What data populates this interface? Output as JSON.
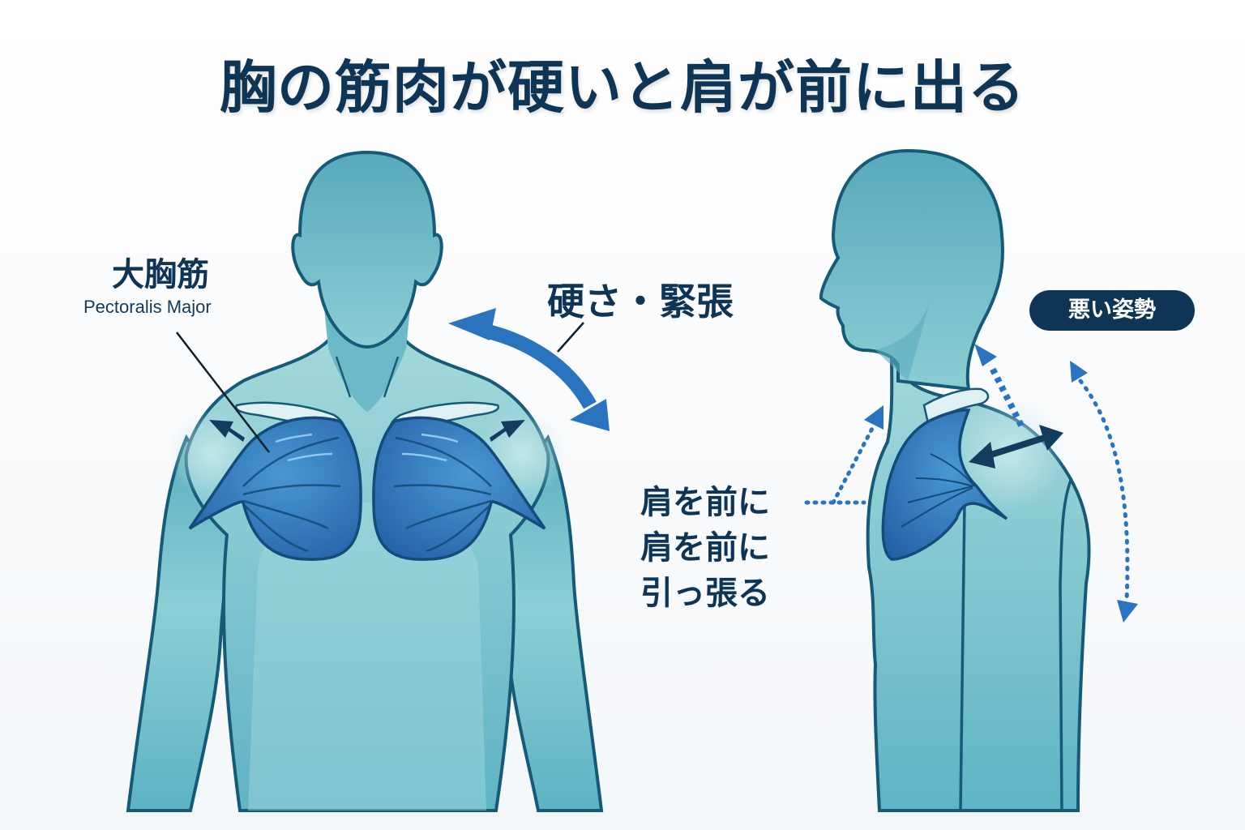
{
  "title": "胸の筋肉が硬いと肩が前に出る",
  "front_view": {
    "muscle_label_jp": "大胸筋",
    "muscle_label_en": "Pectoralis Major",
    "tension_label": "硬さ・緊張"
  },
  "side_view": {
    "badge": "悪い姿勢",
    "pull_label": [
      "肩を前に",
      "肩を前に",
      "引っ張る"
    ]
  },
  "colors": {
    "title": "#0f3556",
    "body_fill": "#6fbcc8",
    "body_light": "#a6d8dc",
    "outline": "#165a78",
    "muscle": "#2f7fc4",
    "arrow": "#2a73bf",
    "arrow_dark": "#133d5e",
    "badge_bg": "#0f3556"
  }
}
